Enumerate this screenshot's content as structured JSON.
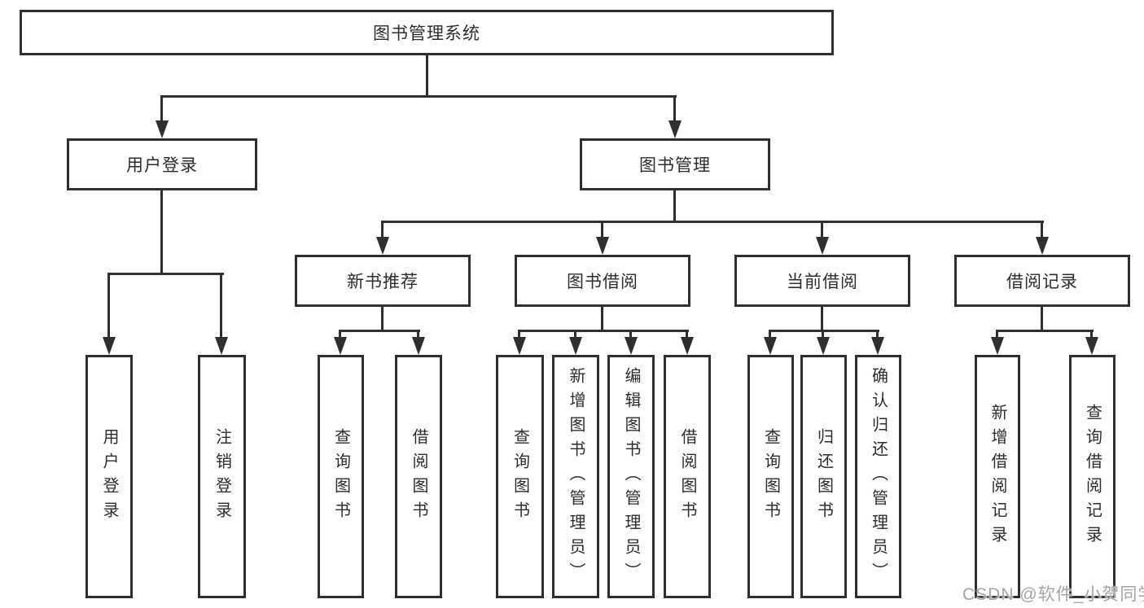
{
  "tree": {
    "root": {
      "label": "图书管理系统",
      "children": [
        {
          "label": "用户登录",
          "children": [
            {
              "label": "用户登录"
            },
            {
              "label": "注销登录"
            }
          ]
        },
        {
          "label": "图书管理",
          "children": [
            {
              "label": "新书推荐",
              "children": [
                {
                  "label": "查询图书"
                },
                {
                  "label": "借阅图书"
                }
              ]
            },
            {
              "label": "图书借阅",
              "children": [
                {
                  "label": "查询图书"
                },
                {
                  "label": "新增图书（管理员）"
                },
                {
                  "label": "编辑图书（管理员）"
                },
                {
                  "label": "借阅图书"
                }
              ]
            },
            {
              "label": "当前借阅",
              "children": [
                {
                  "label": "查询图书"
                },
                {
                  "label": "归还图书"
                },
                {
                  "label": "确认归还（管理员）"
                }
              ]
            },
            {
              "label": "借阅记录",
              "children": [
                {
                  "label": "新增借阅记录"
                },
                {
                  "label": "查询借阅记录"
                }
              ]
            }
          ]
        }
      ]
    }
  },
  "watermark": "CSDN @软件_小贺同学",
  "colors": {
    "line": "#2f2f2f",
    "text": "#2d2d2d",
    "background": "#ffffff",
    "watermark": "#a5a5a5"
  }
}
